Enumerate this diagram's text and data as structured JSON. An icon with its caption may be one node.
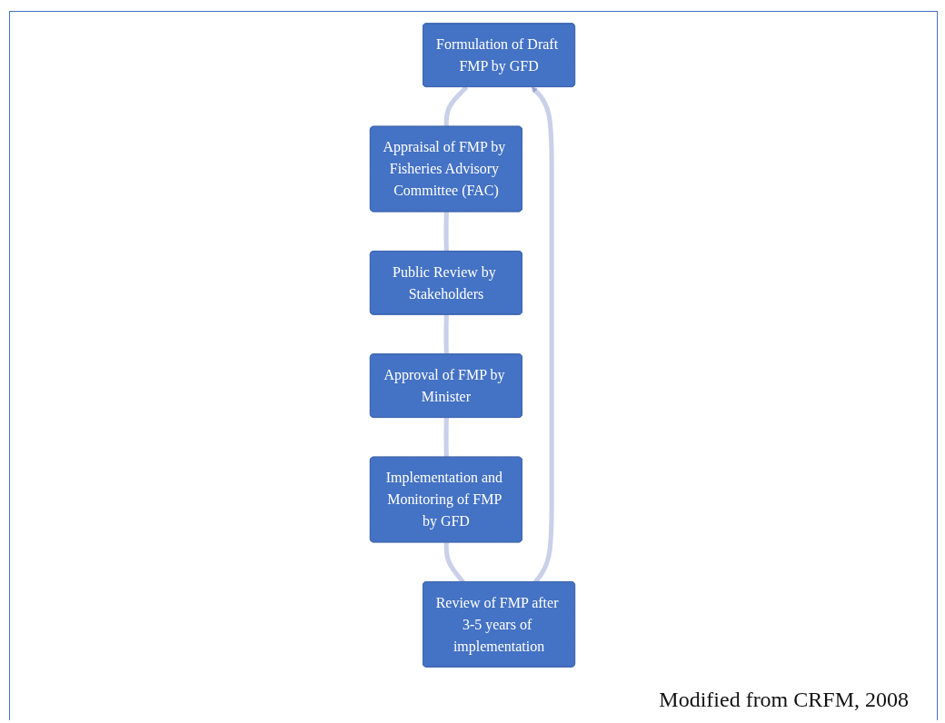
{
  "diagram": {
    "caption": "Modified from CRFM, 2008",
    "nodes": [
      {
        "text": [
          "Formulation of Draft FMP by GFD"
        ]
      },
      {
        "text": [
          "Appraisal of FMP by Fisheries Advisory Committee (FAC)"
        ]
      },
      {
        "text": [
          "Public Review by Stakeholders"
        ]
      },
      {
        "text": [
          "Approval of FMP by Minister"
        ]
      },
      {
        "text": [
          "Implementation and Monitoring of FMP by GFD"
        ]
      },
      {
        "text": [
          "Review of FMP after 3-5 years of implementation"
        ]
      }
    ],
    "edges": [
      {
        "from": 0,
        "to": 1,
        "arrow": "none"
      },
      {
        "from": 1,
        "to": 2,
        "arrow": "none"
      },
      {
        "from": 2,
        "to": 3,
        "arrow": "none"
      },
      {
        "from": 3,
        "to": 4,
        "arrow": "none"
      },
      {
        "from": 4,
        "to": 5,
        "arrow": "none"
      },
      {
        "from": 5,
        "to": 0,
        "arrow": "to"
      }
    ]
  }
}
